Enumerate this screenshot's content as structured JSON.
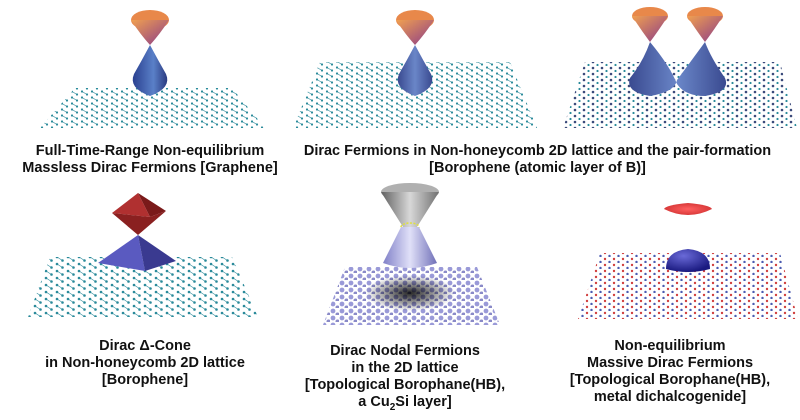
{
  "panels": [
    {
      "id": "graphene",
      "caption": [
        "Full-Time-Range Non-equilibrium",
        "Massless Dirac Fermions [Graphene]"
      ]
    },
    {
      "id": "borophene-pair",
      "caption": [
        "Dirac Fermions in Non-honeycomb 2D lattice and the pair-formation",
        "[Borophene (atomic layer of B)]"
      ]
    },
    {
      "id": "delta-cone",
      "caption": [
        "Dirac Δ-Cone",
        "in Non-honeycomb 2D lattice",
        "[Borophene]"
      ]
    },
    {
      "id": "nodal",
      "caption": [
        "Dirac Nodal Fermions",
        "in the 2D lattice",
        "[Topological Borophane(HB),"
      ],
      "caption_last": {
        "prefix": "a Cu",
        "sub": "2",
        "suffix": "Si layer]"
      }
    },
    {
      "id": "massive",
      "caption": [
        "Non-equilibrium",
        "Massive Dirac Fermions",
        "[Topological Borophane(HB),",
        "metal dichalcogenide]"
      ]
    }
  ],
  "colors": {
    "cone_top": "#e8884a",
    "cone_top_dark": "#8a3a8a",
    "cone_bottom": "#3a56a8",
    "cone_bottom_light": "#6a8ad0",
    "lattice": "#2a8a9a",
    "lattice_dot": "#3a4a7a",
    "pyramid_top": "#9a2a2a",
    "pyramid_bottom": "#4a4ab0",
    "nodal_top": "#a0a0a0",
    "nodal_bottom": "#a8a8e8",
    "nodal_ring": "#e0e040",
    "massive_top": "#e04040",
    "massive_bottom": "#3a3ab0",
    "massive_dot_red": "#d04040",
    "massive_dot_blue": "#4a5ab0"
  }
}
